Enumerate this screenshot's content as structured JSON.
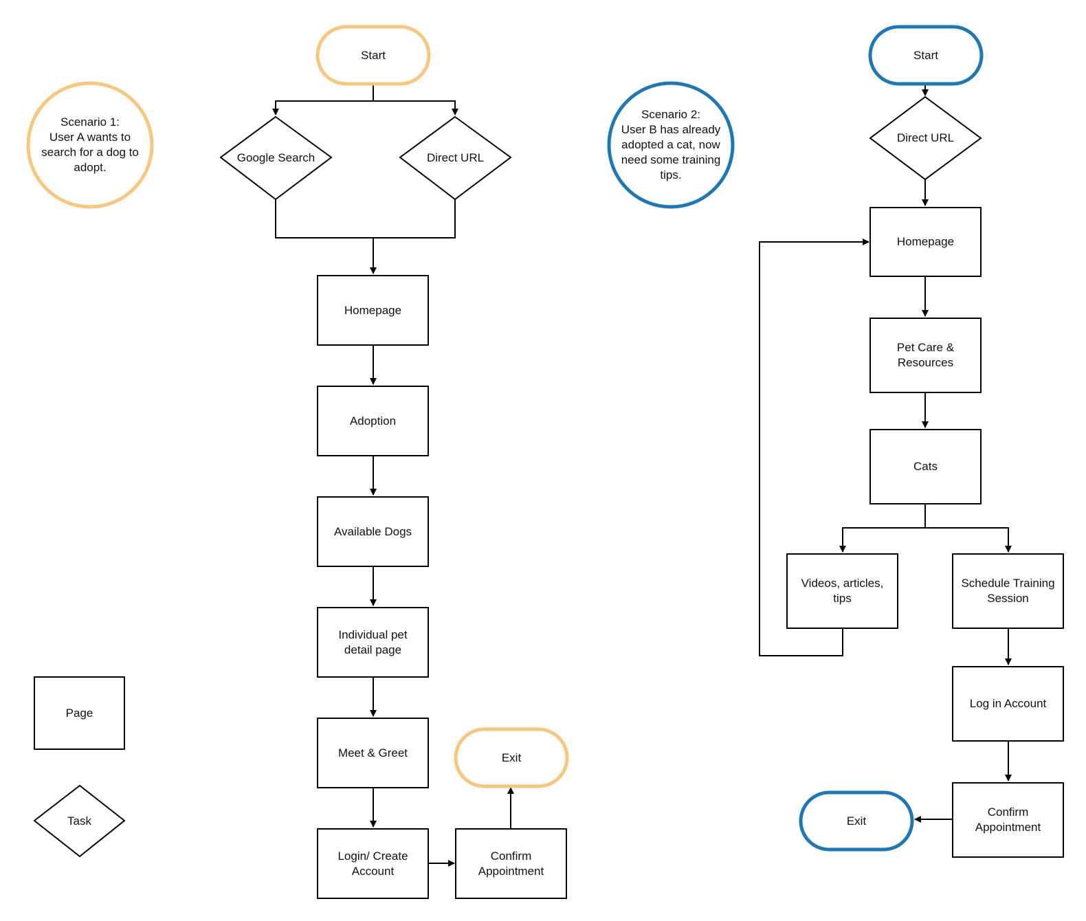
{
  "colors": {
    "scenario1": "#F6C77C",
    "scenario2": "#1F77B4",
    "line": "#000000"
  },
  "legend": {
    "page": "Page",
    "task": "Task"
  },
  "scenario1": {
    "description": "Scenario 1:\nUser A wants to\nsearch for a dog to\nadopt.",
    "start": "Start",
    "google_search": "Google Search",
    "direct_url": "Direct URL",
    "homepage": "Homepage",
    "adoption": "Adoption",
    "available_dogs": "Available Dogs",
    "pet_detail": "Individual pet\ndetail page",
    "meet_greet": "Meet & Greet",
    "login": "Login/ Create\nAccount",
    "confirm": "Confirm\nAppointment",
    "exit": "Exit"
  },
  "scenario2": {
    "description": "Scenario 2:\nUser B has already\nadopted a cat, now\nneed some training\ntips.",
    "start": "Start",
    "direct_url": "Direct URL",
    "homepage": "Homepage",
    "pet_care": "Pet Care &\nResources",
    "cats": "Cats",
    "videos": "Videos, articles,\ntips",
    "schedule": "Schedule Training\nSession",
    "login": "Log in Account",
    "confirm": "Confirm\nAppointment",
    "exit": "Exit"
  }
}
